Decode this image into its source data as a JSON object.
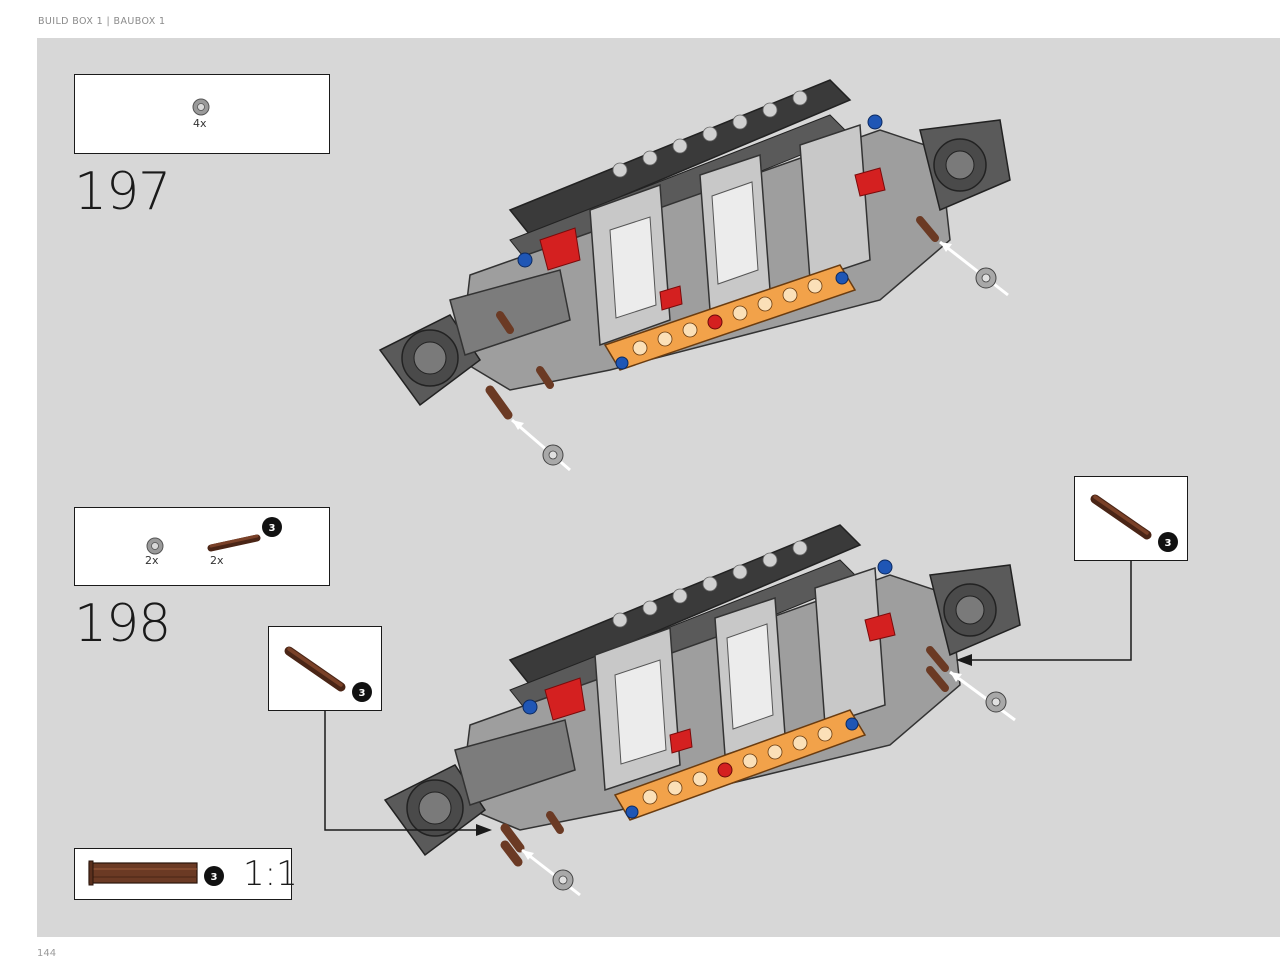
{
  "header": {
    "text": "BUILD BOX 1  |  BAUBOX 1"
  },
  "page": {
    "number": "144"
  },
  "steps": [
    {
      "number": "197",
      "parts": [
        {
          "name": "bush",
          "qty": "4x"
        }
      ]
    },
    {
      "number": "198",
      "parts": [
        {
          "name": "bush",
          "qty": "2x"
        },
        {
          "name": "axle",
          "qty": "2x",
          "length": "3"
        }
      ],
      "callouts": [
        {
          "name": "axle",
          "length": "3"
        },
        {
          "name": "axle",
          "length": "3"
        }
      ]
    }
  ],
  "scale_reference": {
    "length": "3",
    "ratio": "1:1"
  },
  "colors": {
    "canvas": "#d7d7d7",
    "frame_dark": "#3a3a3a",
    "frame_light": "#bdbdbd",
    "beam_orange": "#f2a24a",
    "axle_brown": "#6b3a24",
    "accent_red": "#d42020",
    "accent_blue": "#1f56b5"
  }
}
